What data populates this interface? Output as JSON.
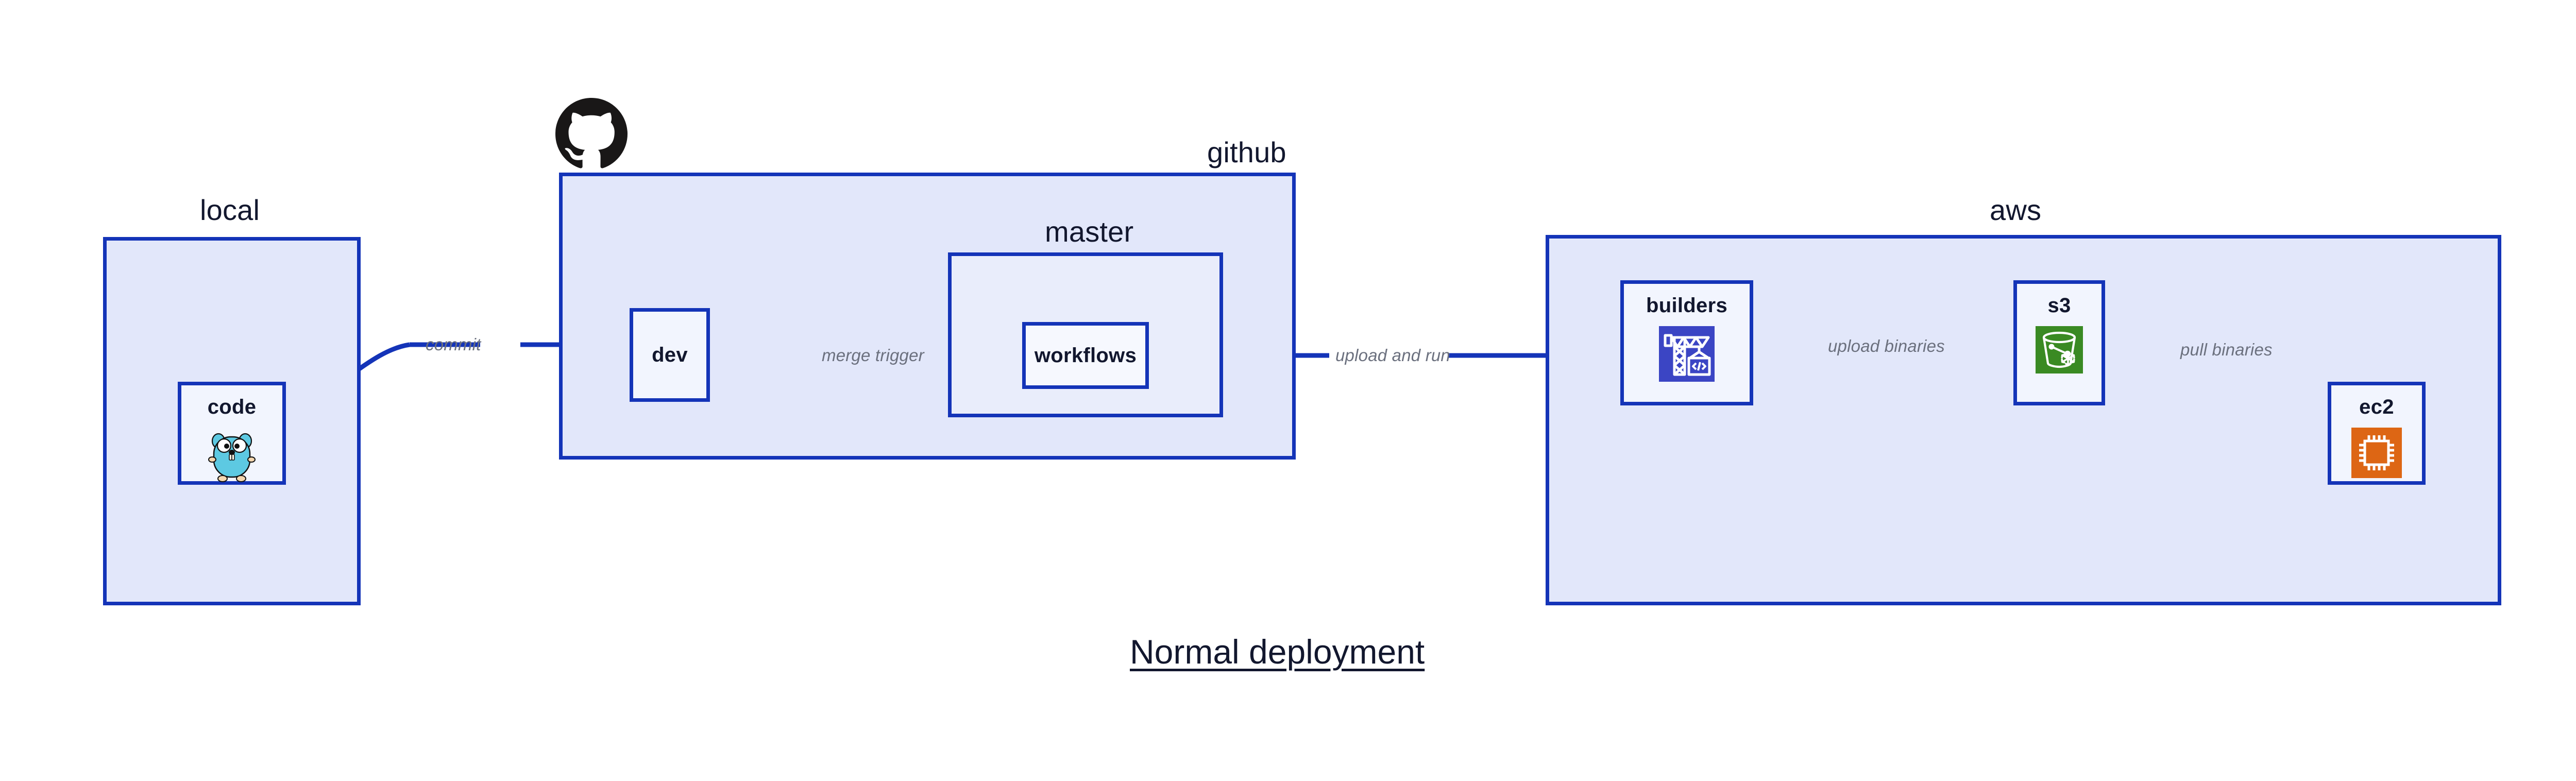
{
  "diagram": {
    "title": "Normal deployment",
    "palette": {
      "border_blue": "#1434b8",
      "group_fill": "#e2e7fa",
      "group_fill_nested": "#e9edfb",
      "node_fill": "#f2f5fe",
      "label_dark": "#12172e",
      "edge_label_gray": "#6b707e",
      "arrow_blue": "#1434b8",
      "github_black": "#191717",
      "builders_blue": "#3b45c4",
      "s3_green": "#3a8a23",
      "ec2_orange": "#dd6614",
      "gopher_cyan": "#5dc9e2",
      "gopher_tan": "#f5d7b0"
    },
    "groups": [
      {
        "id": "local",
        "label": "local"
      },
      {
        "id": "github",
        "label": "github"
      },
      {
        "id": "master",
        "label": "master"
      },
      {
        "id": "aws",
        "label": "aws"
      }
    ],
    "nodes": [
      {
        "id": "code",
        "label": "code",
        "icon": "go-gopher-icon",
        "group": "local"
      },
      {
        "id": "dev",
        "label": "dev",
        "icon": null,
        "group": "github"
      },
      {
        "id": "workflows",
        "label": "workflows",
        "icon": null,
        "group": "master"
      },
      {
        "id": "builders",
        "label": "builders",
        "icon": "crane-code-icon",
        "group": "aws"
      },
      {
        "id": "s3",
        "label": "s3",
        "icon": "s3-bucket-icon",
        "group": "aws"
      },
      {
        "id": "ec2",
        "label": "ec2",
        "icon": "ec2-chip-icon",
        "group": "aws"
      }
    ],
    "edges": [
      {
        "id": "commit",
        "label": "commit",
        "from": "code",
        "to": "dev"
      },
      {
        "id": "merge-trigger",
        "label": "merge trigger",
        "from": "dev",
        "to": "workflows"
      },
      {
        "id": "upload-and-run",
        "label": "upload and run",
        "from": "workflows",
        "to": "builders"
      },
      {
        "id": "upload-binaries",
        "label": "upload binaries",
        "from": "builders",
        "to": "s3"
      },
      {
        "id": "pull-binaries",
        "label": "pull binaries",
        "from": "s3",
        "to": "ec2"
      }
    ],
    "logos": [
      {
        "id": "github-logo",
        "name": "github-octocat-logo"
      }
    ]
  }
}
